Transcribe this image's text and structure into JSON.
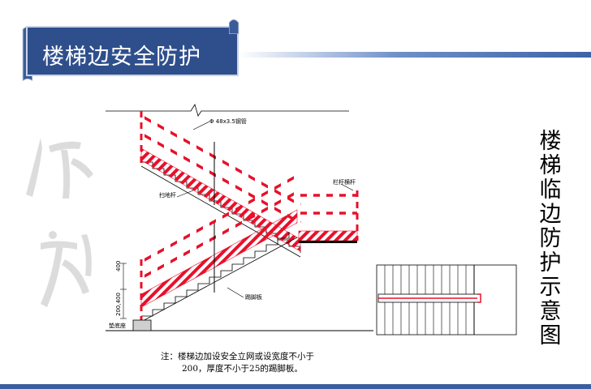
{
  "slide": {
    "title": "楼梯边安全防护",
    "side_caption": "楼梯临边防护示意图",
    "note_line1": "注：楼梯边加设安全立网或设宽度不小于",
    "note_line2": "200，厚度不小于25的踢脚板。"
  },
  "drawing_labels": {
    "pipe": "Φ 48x3.5钢管",
    "rail": "栏杆横杆",
    "sweep_rod": "扫地杆",
    "toe_board": "踢脚板",
    "base": "垫底座",
    "dim_upper": "400",
    "dim_lower": "200,400"
  },
  "colors": {
    "title_bg": "#2f4f8c",
    "guard_red": "#e8102a",
    "accent_blue": "#3d63a8"
  }
}
